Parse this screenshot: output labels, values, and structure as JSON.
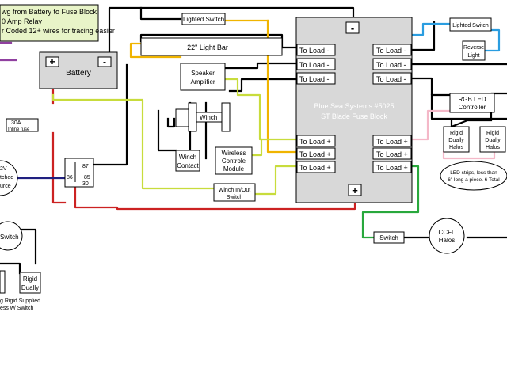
{
  "notes": {
    "line1": "wg from Battery to Fuse Block",
    "line2": "0 Amp Relay",
    "line3": "r Coded 12+ wires for tracing easier"
  },
  "battery": {
    "label": "Battery",
    "pos": "+",
    "neg": "-"
  },
  "fuse_block": {
    "line1": "Blue Sea Systems #5025",
    "line2": "ST Blade Fuse Block",
    "neg": "-",
    "pos": "+",
    "neg_terminal": "To Load -",
    "pos_terminal": "To Load +"
  },
  "components": {
    "lighted_switch_top": "Lighted Switch",
    "light_bar": "22\" Light Bar",
    "speaker_amp_1": "Speaker",
    "speaker_amp_2": "Amplifier",
    "winch": "Winch",
    "winch_contact_1": "Winch",
    "winch_contact_2": "Contact",
    "wireless_1": "Wireless",
    "wireless_2": "Controle",
    "wireless_3": "Module",
    "winch_switch_1": "Winch In/Out",
    "winch_switch_2": "Switch",
    "inline_fuse_1": "30A",
    "inline_fuse_2": "Inline fuse",
    "relay_87": "87",
    "relay_86": "86",
    "relay_85": "85",
    "relay_30": "30",
    "source_1": "2V",
    "source_2": "tched",
    "source_3": "urce",
    "switch_left": "Switch",
    "rigid_1": "Rigid",
    "rigid_2": "Dually",
    "left_note_1": "g Rigid Supplied",
    "left_note_2": "ess w/ Switch",
    "lighted_switch_right": "Lighted Switch",
    "reverse_1": "Reverse",
    "reverse_2": "Light",
    "rgb_1": "RGB LED",
    "rgb_2": "Controller",
    "halos_1": "Rigid",
    "halos_2": "Dually",
    "halos_3": "Halos",
    "led_1": "LED strips, less than",
    "led_2": "6\" long a piece. 6 Total",
    "switch_bottom": "Switch",
    "ccfl_1": "CCFL",
    "ccfl_2": "Halos"
  },
  "colors": {
    "ground": "#000000",
    "main_power": "#cc2222",
    "light_bar": "#f0b400",
    "accessory": "#c8dc3c",
    "reverse": "#2a9de0",
    "rgb": "#f4b8c8",
    "ccfl": "#28a83c",
    "source": "#202080",
    "purple": "#9040a0",
    "note_bg": "#e8f4c8",
    "fuse_block": "#d8d8d8",
    "battery": "#d8d8d8"
  }
}
